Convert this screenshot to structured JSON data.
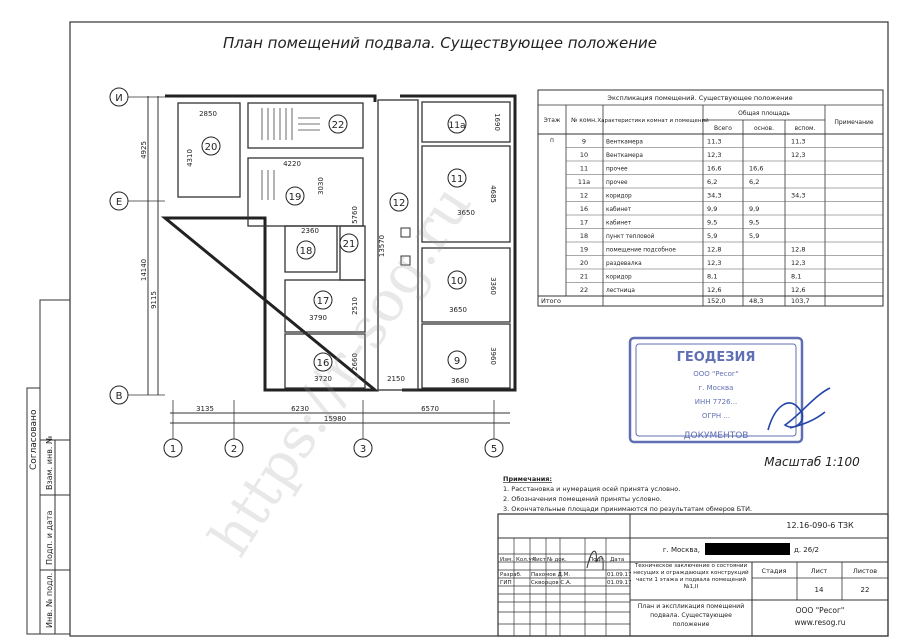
{
  "title": "План помещений подвала. Существующее положение",
  "axes_letters": [
    "И",
    "Е",
    "В"
  ],
  "axes_numbers": [
    "1",
    "2",
    "3",
    "5"
  ],
  "rooms": [
    {
      "id": "20"
    },
    {
      "id": "22"
    },
    {
      "id": "19"
    },
    {
      "id": "18"
    },
    {
      "id": "21"
    },
    {
      "id": "17"
    },
    {
      "id": "16"
    },
    {
      "id": "12"
    },
    {
      "id": "11а"
    },
    {
      "id": "11"
    },
    {
      "id": "10"
    },
    {
      "id": "9"
    }
  ],
  "dims": {
    "d2850": "2850",
    "d4310": "4310",
    "d4220": "4220",
    "d3030": "3030",
    "d5760": "5760",
    "d2360": "2360",
    "d2510": "2510",
    "d3790": "3790",
    "d2660": "2660",
    "d3720": "3720",
    "d2150": "2150",
    "d3650a": "3650",
    "d3650b": "3650",
    "d3680": "3680",
    "d1690": "1690",
    "d4685": "4685",
    "d3360": "3360",
    "d3960": "3960",
    "d13570": "13570",
    "d4925": "4925",
    "d14140": "14140",
    "d9115": "9115",
    "d3135": "3135",
    "d6230": "6230",
    "d6570": "6570",
    "d15980": "15980"
  },
  "explication": {
    "title": "Экспликация помещений. Существующее положение",
    "headers": {
      "floor": "Этаж",
      "room_no": "№ комн.",
      "char": "Характеристики комнат и помещений",
      "area": "Общая площадь",
      "total": "Всего",
      "main": "основ.",
      "aux": "вспом.",
      "note": "Примечание"
    },
    "floor_value": "п",
    "rows": [
      {
        "no": "9",
        "name": "Венткамера",
        "total": "11,3",
        "main": "",
        "aux": "11,3"
      },
      {
        "no": "10",
        "name": "Венткамера",
        "total": "12,3",
        "main": "",
        "aux": "12,3"
      },
      {
        "no": "11",
        "name": "прочее",
        "total": "16,6",
        "main": "16,6",
        "aux": ""
      },
      {
        "no": "11а",
        "name": "прочее",
        "total": "6,2",
        "main": "6,2",
        "aux": ""
      },
      {
        "no": "12",
        "name": "коридор",
        "total": "34,3",
        "main": "",
        "aux": "34,3"
      },
      {
        "no": "16",
        "name": "кабинет",
        "total": "9,9",
        "main": "9,9",
        "aux": ""
      },
      {
        "no": "17",
        "name": "кабинет",
        "total": "9,5",
        "main": "9,5",
        "aux": ""
      },
      {
        "no": "18",
        "name": "пункт тепловой",
        "total": "5,9",
        "main": "5,9",
        "aux": ""
      },
      {
        "no": "19",
        "name": "помещение подсобное",
        "total": "12,8",
        "main": "",
        "aux": "12,8"
      },
      {
        "no": "20",
        "name": "раздевалка",
        "total": "12,3",
        "main": "",
        "aux": "12,3"
      },
      {
        "no": "21",
        "name": "коридор",
        "total": "8,1",
        "main": "",
        "aux": "8,1"
      },
      {
        "no": "22",
        "name": "лестница",
        "total": "12,6",
        "main": "",
        "aux": "12,6"
      }
    ],
    "totals": {
      "label": "Итого",
      "total": "152,0",
      "main": "48,3",
      "aux": "103,7"
    }
  },
  "scale_label": "Масштаб 1:100",
  "notes": {
    "heading": "Примечания:",
    "items": [
      "1. Расстановка и нумерация осей принята условно.",
      "2. Обозначения помещений приняты условно.",
      "3. Окончательные площади принимаются по результатам обмеров БТИ."
    ]
  },
  "stamp": {
    "lines": [
      "ГЕОДЕЗИЯ",
      "ООО \"Ресог\"",
      "г. Москва",
      "ИНН 7726...",
      "ОГРН ...",
      "ДОКУМЕНТОВ"
    ]
  },
  "watermark": "https://r-sog.ru",
  "side_labels": [
    "Согласовано",
    "Взам. инв. №",
    "Подп. и дата",
    "Инв. № подл."
  ],
  "title_block": {
    "code": "12.16-090-6  ТЗК",
    "address_prefix": "г. Москва,",
    "address_suffix": "д. 26/2",
    "header_cells": [
      "Изм.",
      "Кол.уч",
      "Лист",
      "№ док.",
      "Подп.",
      "Дата"
    ],
    "staff": [
      {
        "role": "Разраб.",
        "name": "Пахомов Д.М.",
        "date": "01.09.17"
      },
      {
        "role": "ГИП",
        "name": "Скворцов С.А.",
        "date": "01.09.17"
      }
    ],
    "description": "Техническое заключение о состоянии несущих и ограждающих конструкций части 1 этажа и подвала помещений №1,II",
    "stage_label": "Стадия",
    "sheet_label": "Лист",
    "sheets_label": "Листов",
    "stage_value": "",
    "sheet_value": "14",
    "sheets_value": "22",
    "drawing_name": "План и экспликация помещений подвала. Существующее положение",
    "company": "ООО \"Ресог\"",
    "website": "www.resog.ru"
  }
}
